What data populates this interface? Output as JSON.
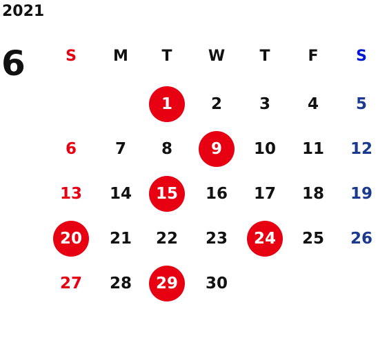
{
  "calendar": {
    "year": "2021",
    "month": "6",
    "weekdays": [
      "S",
      "M",
      "T",
      "W",
      "T",
      "F",
      "S"
    ],
    "accent_color": "#e60012",
    "saturday_color": "#1a3a8f",
    "weeks": [
      [
        "",
        "",
        "1",
        "2",
        "3",
        "4",
        "5"
      ],
      [
        "6",
        "7",
        "8",
        "9",
        "10",
        "11",
        "12"
      ],
      [
        "13",
        "14",
        "15",
        "16",
        "17",
        "18",
        "19"
      ],
      [
        "20",
        "21",
        "22",
        "23",
        "24",
        "25",
        "26"
      ],
      [
        "27",
        "28",
        "29",
        "30",
        "",
        "",
        ""
      ]
    ],
    "highlighted_days": [
      "1",
      "9",
      "15",
      "20",
      "24",
      "29"
    ]
  }
}
